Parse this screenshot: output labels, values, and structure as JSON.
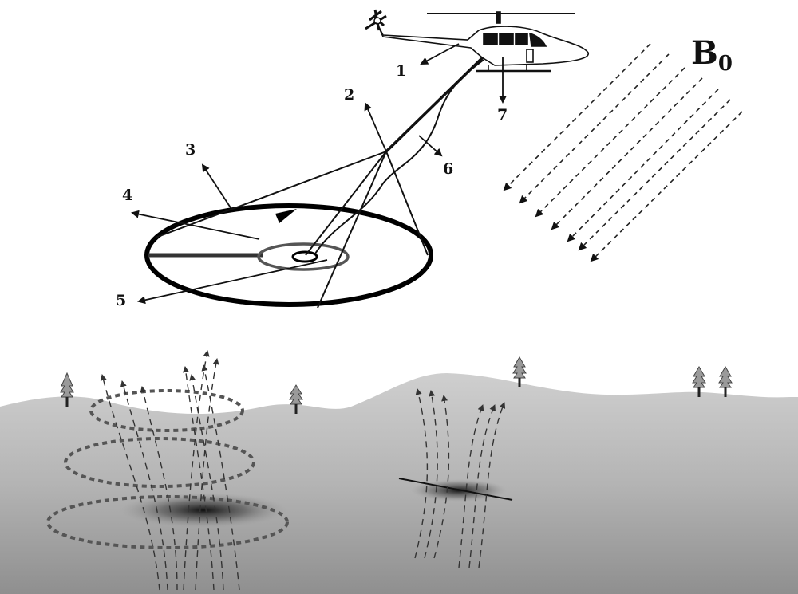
{
  "figure": {
    "field_label": "B",
    "field_subscript": "0",
    "callouts": [
      {
        "id": "c1",
        "text": "1"
      },
      {
        "id": "c2",
        "text": "2"
      },
      {
        "id": "c3",
        "text": "3"
      },
      {
        "id": "c4",
        "text": "4"
      },
      {
        "id": "c5",
        "text": "5"
      },
      {
        "id": "c6",
        "text": "6"
      },
      {
        "id": "c7",
        "text": "7"
      }
    ]
  },
  "colors": {
    "ink": "#111111",
    "ground_top": "#c9c9c9",
    "ground_bottom": "#8a8a8a",
    "loop": "#000000"
  }
}
